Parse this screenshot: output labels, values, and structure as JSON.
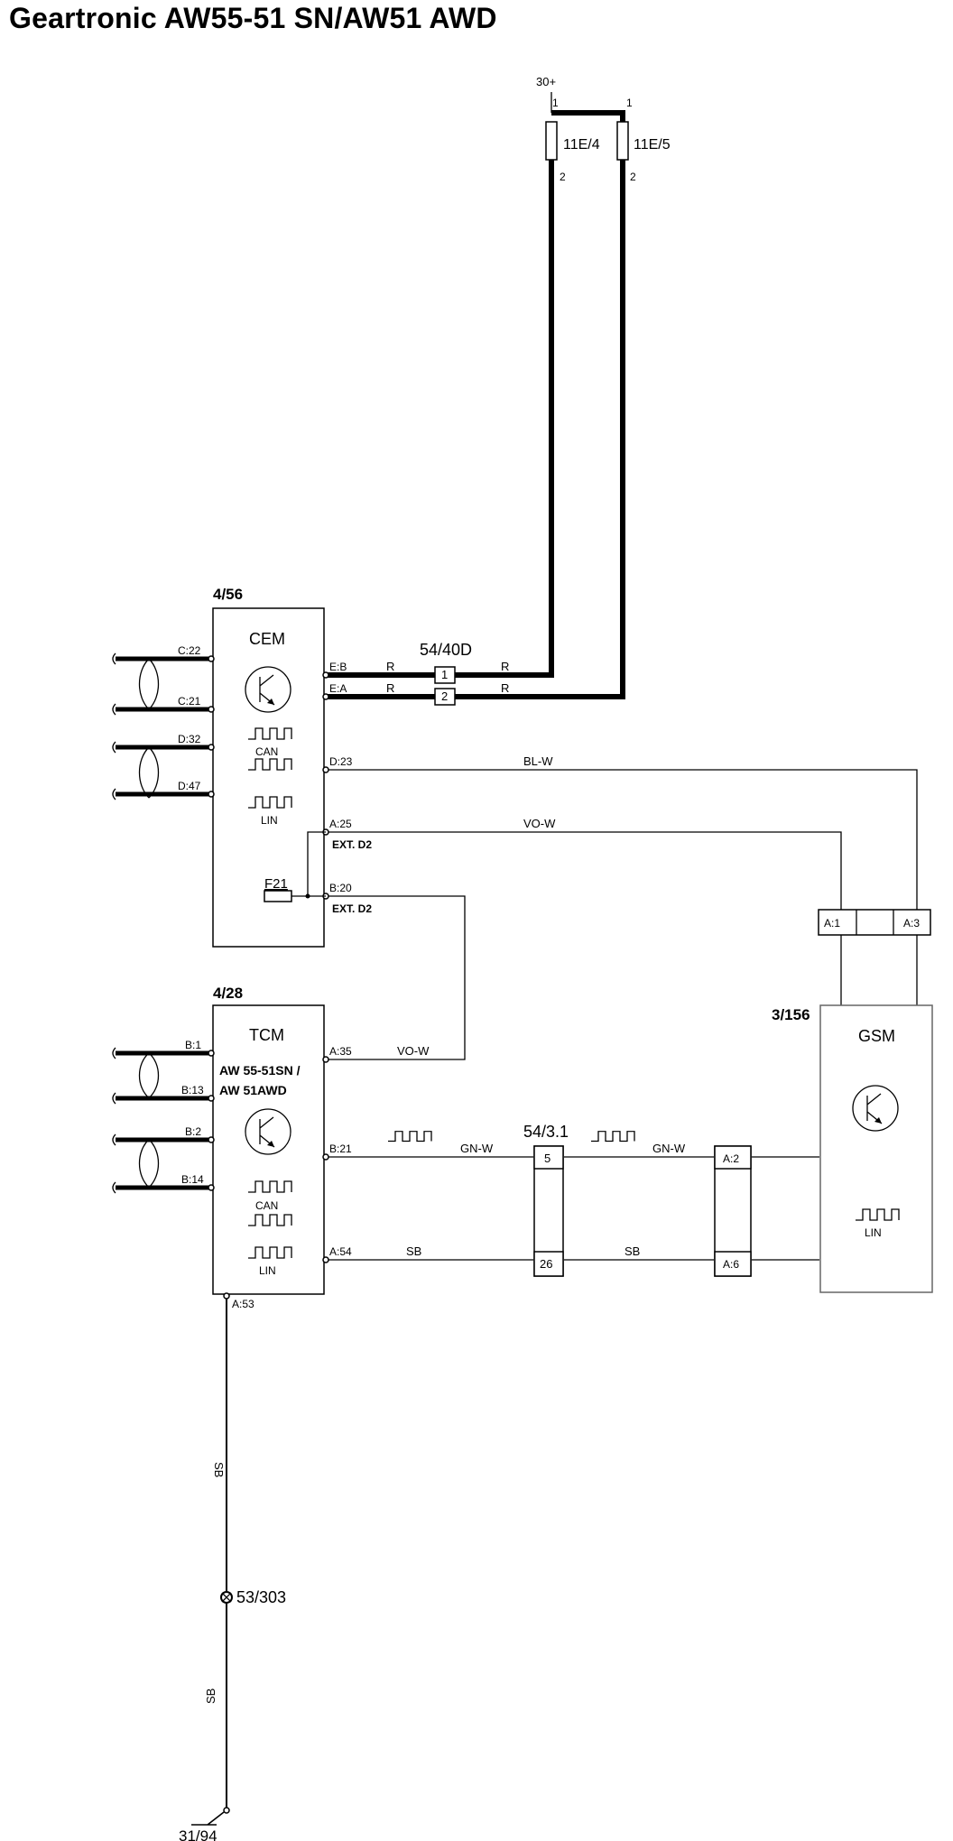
{
  "title": "Geartronic AW55-51 SN/AW51 AWD",
  "power": {
    "supply": "30+",
    "fuse1": "11E/4",
    "fuse2": "11E/5",
    "pin_in": "1",
    "pin_out": "2"
  },
  "cem": {
    "ref": "4/56",
    "name": "CEM",
    "can": "CAN",
    "lin": "LIN",
    "fuse": "F21",
    "pins": {
      "c22": "C:22",
      "c21": "C:21",
      "d32": "D:32",
      "d47": "D:47",
      "eb": "E:B",
      "ea": "E:A",
      "d23": "D:23",
      "a25": "A:25",
      "b20": "B:20"
    },
    "ext_d2": "EXT. D2"
  },
  "connector_54_40d": {
    "ref": "54/40D",
    "pin1": "1",
    "pin2": "2"
  },
  "tcm": {
    "ref": "4/28",
    "name": "TCM",
    "subtitle1": "AW 55-51SN /",
    "subtitle2": "AW 51AWD",
    "can": "CAN",
    "lin": "LIN",
    "pins": {
      "b1": "B:1",
      "b13": "B:13",
      "b2": "B:2",
      "b14": "B:14",
      "a35": "A:35",
      "b21": "B:21",
      "a54": "A:54",
      "a53": "A:53"
    }
  },
  "gsm": {
    "ref": "3/156",
    "name": "GSM",
    "lin": "LIN",
    "connector_a1": "A:1",
    "connector_a3": "A:3",
    "pin_a2": "A:2",
    "pin_a6": "A:6"
  },
  "connector_54_3_1": {
    "ref": "54/3.1",
    "pin5": "5",
    "pin26": "26"
  },
  "wires": {
    "r": "R",
    "bl_w": "BL-W",
    "vo_w": "VO-W",
    "gn_w": "GN-W",
    "sb": "SB"
  },
  "ground": {
    "splice": "53/303",
    "point": "31/94",
    "wire_sb": "SB",
    "wire_sb_lower": "SB"
  },
  "icons": [
    "transistor-icon",
    "can-signal-icon",
    "lin-signal-icon",
    "twisted-pair-icon",
    "fuse-icon",
    "ground-icon",
    "splice-icon"
  ]
}
